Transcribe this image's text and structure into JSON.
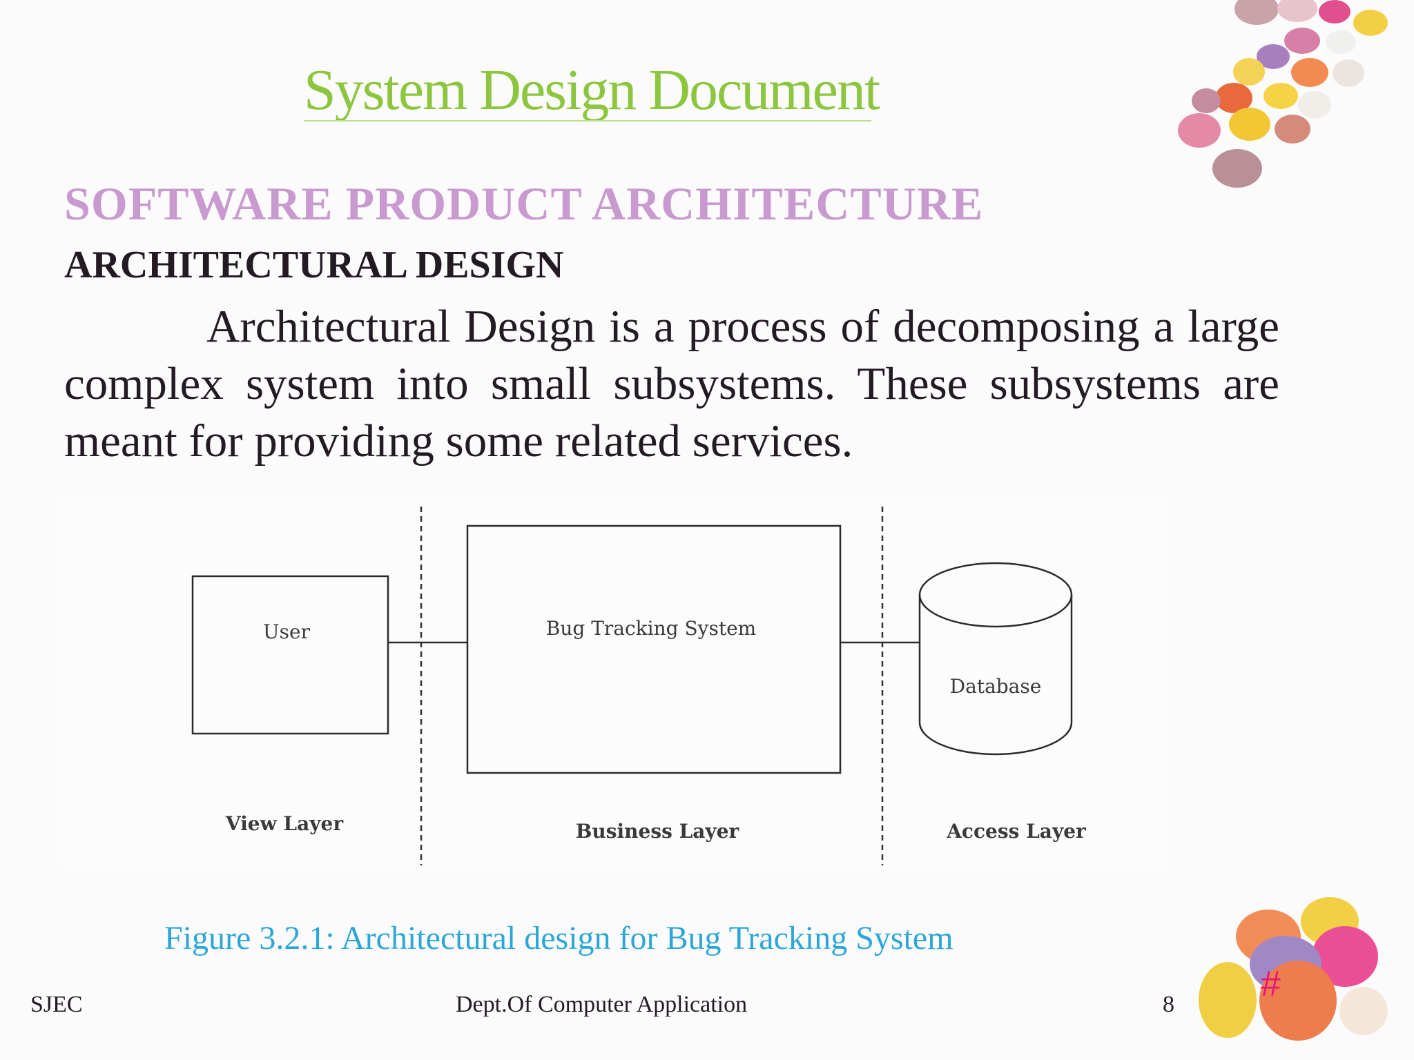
{
  "slide": {
    "title": "System Design Document",
    "section_heading": "SOFTWARE PRODUCT ARCHITECTURE",
    "sub_heading": "ARCHITECTURAL DESIGN",
    "paragraph": "Architectural Design is a process of decomposing a large complex system into small subsystems. These subsystems are meant for providing some related services."
  },
  "diagram": {
    "user_box": "User",
    "system_box": "Bug Tracking System",
    "database": "Database",
    "layers": {
      "view": "View Layer",
      "business": "Business Layer",
      "access": "Access Layer"
    }
  },
  "caption": "Figure 3.2.1: Architectural design for Bug Tracking System",
  "footer": {
    "left": "SJEC",
    "center": "Dept.Of Computer Application",
    "page_number": "8",
    "slide_marker": "#"
  },
  "colors": {
    "title": "#8cc63f",
    "section_heading": "#c99ad0",
    "caption": "#2aa6d8",
    "slide_marker": "#e5157a"
  }
}
